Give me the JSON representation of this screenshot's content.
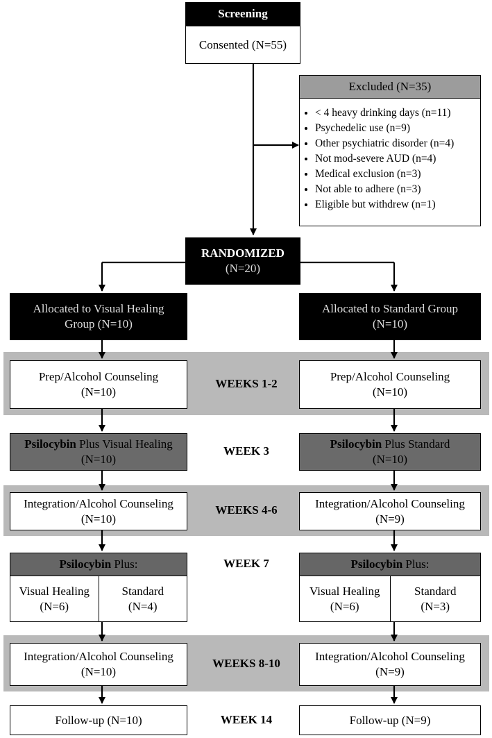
{
  "screening": {
    "header": "Screening",
    "consented": "Consented (N=55)"
  },
  "excluded": {
    "title": "Excluded (N=35)",
    "items": [
      "< 4 heavy drinking days (n=11)",
      "Psychedelic use (n=9)",
      "Other psychiatric disorder (n=4)",
      "Not mod-severe AUD (n=4)",
      "Medical exclusion (n=3)",
      "Not able to adhere (n=3)",
      "Eligible but withdrew (n=1)"
    ]
  },
  "randomized": {
    "title": "RANDOMIZED",
    "n": "(N=20)"
  },
  "allocation": {
    "left": {
      "line1": "Allocated to Visual Healing",
      "line2": "Group (N=10)"
    },
    "right": {
      "line1": "Allocated to Standard Group",
      "line2": "(N=10)"
    }
  },
  "weeks": {
    "w1": "WEEKS 1-2",
    "w3": "WEEK 3",
    "w4": "WEEKS 4-6",
    "w7": "WEEK 7",
    "w8": "WEEKS 8-10",
    "w14": "WEEK 14"
  },
  "left": {
    "prep": {
      "line1": "Prep/Alcohol Counseling",
      "line2": "(N=10)"
    },
    "psilo": {
      "bold": "Psilocybin",
      "rest": " Plus Visual Healing",
      "n": "(N=10)"
    },
    "integ1": {
      "line1": "Integration/Alcohol Counseling",
      "line2": "(N=10)"
    },
    "psilo2": {
      "bold": "Psilocybin",
      "rest": " Plus:",
      "a_label": "Visual Healing",
      "a_n": "(N=6)",
      "b_label": "Standard",
      "b_n": "(N=4)"
    },
    "integ2": {
      "line1": "Integration/Alcohol Counseling",
      "line2": "(N=10)"
    },
    "followup": "Follow-up (N=10)"
  },
  "right": {
    "prep": {
      "line1": "Prep/Alcohol Counseling",
      "line2": "(N=10)"
    },
    "psilo": {
      "bold": "Psilocybin",
      "rest": " Plus Standard",
      "n": "(N=10)"
    },
    "integ1": {
      "line1": "Integration/Alcohol Counseling",
      "line2": "(N=9)"
    },
    "psilo2": {
      "bold": "Psilocybin",
      "rest": " Plus:",
      "a_label": "Visual Healing",
      "a_n": "(N=6)",
      "b_label": "Standard",
      "b_n": "(N=3)"
    },
    "integ2": {
      "line1": "Integration/Alcohol Counseling",
      "line2": "(N=9)"
    },
    "followup": "Follow-up (N=9)"
  }
}
